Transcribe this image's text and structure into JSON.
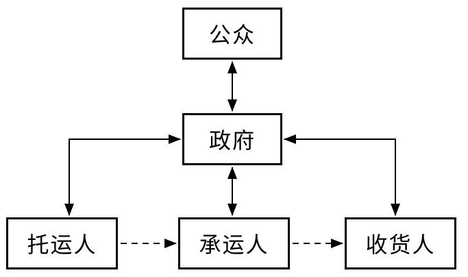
{
  "diagram": {
    "nodes": {
      "public": "公众",
      "government": "政府",
      "shipper": "托运人",
      "carrier": "承运人",
      "consignee": "收货人"
    },
    "edges": [
      {
        "from": "public",
        "to": "government",
        "style": "solid",
        "direction": "both"
      },
      {
        "from": "government",
        "to": "shipper",
        "style": "solid",
        "direction": "both"
      },
      {
        "from": "government",
        "to": "carrier",
        "style": "solid",
        "direction": "both"
      },
      {
        "from": "government",
        "to": "consignee",
        "style": "solid",
        "direction": "both"
      },
      {
        "from": "shipper",
        "to": "carrier",
        "style": "dashed",
        "direction": "forward"
      },
      {
        "from": "carrier",
        "to": "consignee",
        "style": "dashed",
        "direction": "forward"
      }
    ],
    "colors": {
      "line": "#000000",
      "box_border": "#000000",
      "background": "#ffffff"
    }
  }
}
